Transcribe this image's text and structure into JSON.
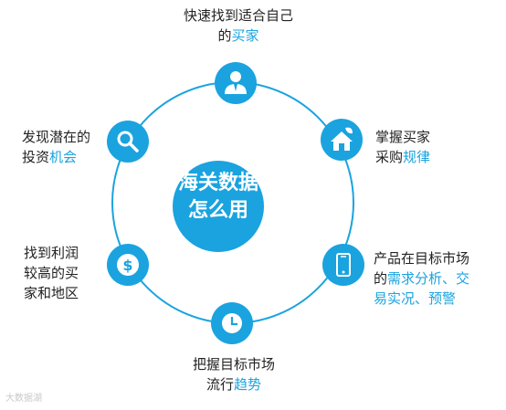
{
  "colors": {
    "accent": "#1aa3df",
    "ring": "#1aa3df",
    "center_fill": "#1aa3df",
    "text": "#222222",
    "white": "#ffffff"
  },
  "center": {
    "line1": "海关数据",
    "line2": "怎么用"
  },
  "nodes": [
    {
      "id": "top",
      "icon": "user-icon",
      "lines": [
        [
          {
            "t": "快速找到适合自己"
          }
        ],
        [
          {
            "t": "的"
          },
          {
            "t": "买家",
            "hl": true
          }
        ]
      ]
    },
    {
      "id": "upper-right",
      "icon": "house-icon",
      "lines": [
        [
          {
            "t": "掌握买家"
          }
        ],
        [
          {
            "t": "采购"
          },
          {
            "t": "规律",
            "hl": true
          }
        ]
      ]
    },
    {
      "id": "lower-right",
      "icon": "phone-icon",
      "lines": [
        [
          {
            "t": "产品在目标市场"
          }
        ],
        [
          {
            "t": "的"
          },
          {
            "t": "需求分析、交",
            "hl": true
          }
        ],
        [
          {
            "t": "易实况、预警",
            "hl": true
          }
        ]
      ]
    },
    {
      "id": "bottom",
      "icon": "clock-icon",
      "lines": [
        [
          {
            "t": "把握目标市场"
          }
        ],
        [
          {
            "t": "流行"
          },
          {
            "t": "趋势",
            "hl": true
          }
        ]
      ]
    },
    {
      "id": "lower-left",
      "icon": "dollar-icon",
      "lines": [
        [
          {
            "t": "找到利润"
          }
        ],
        [
          {
            "t": "较高的买"
          }
        ],
        [
          {
            "t": "家和地区"
          }
        ]
      ]
    },
    {
      "id": "upper-left",
      "icon": "search-icon",
      "lines": [
        [
          {
            "t": "发现潜在的"
          }
        ],
        [
          {
            "t": "投资"
          },
          {
            "t": "机会",
            "hl": true
          }
        ]
      ]
    }
  ],
  "watermark": "大数据湖"
}
